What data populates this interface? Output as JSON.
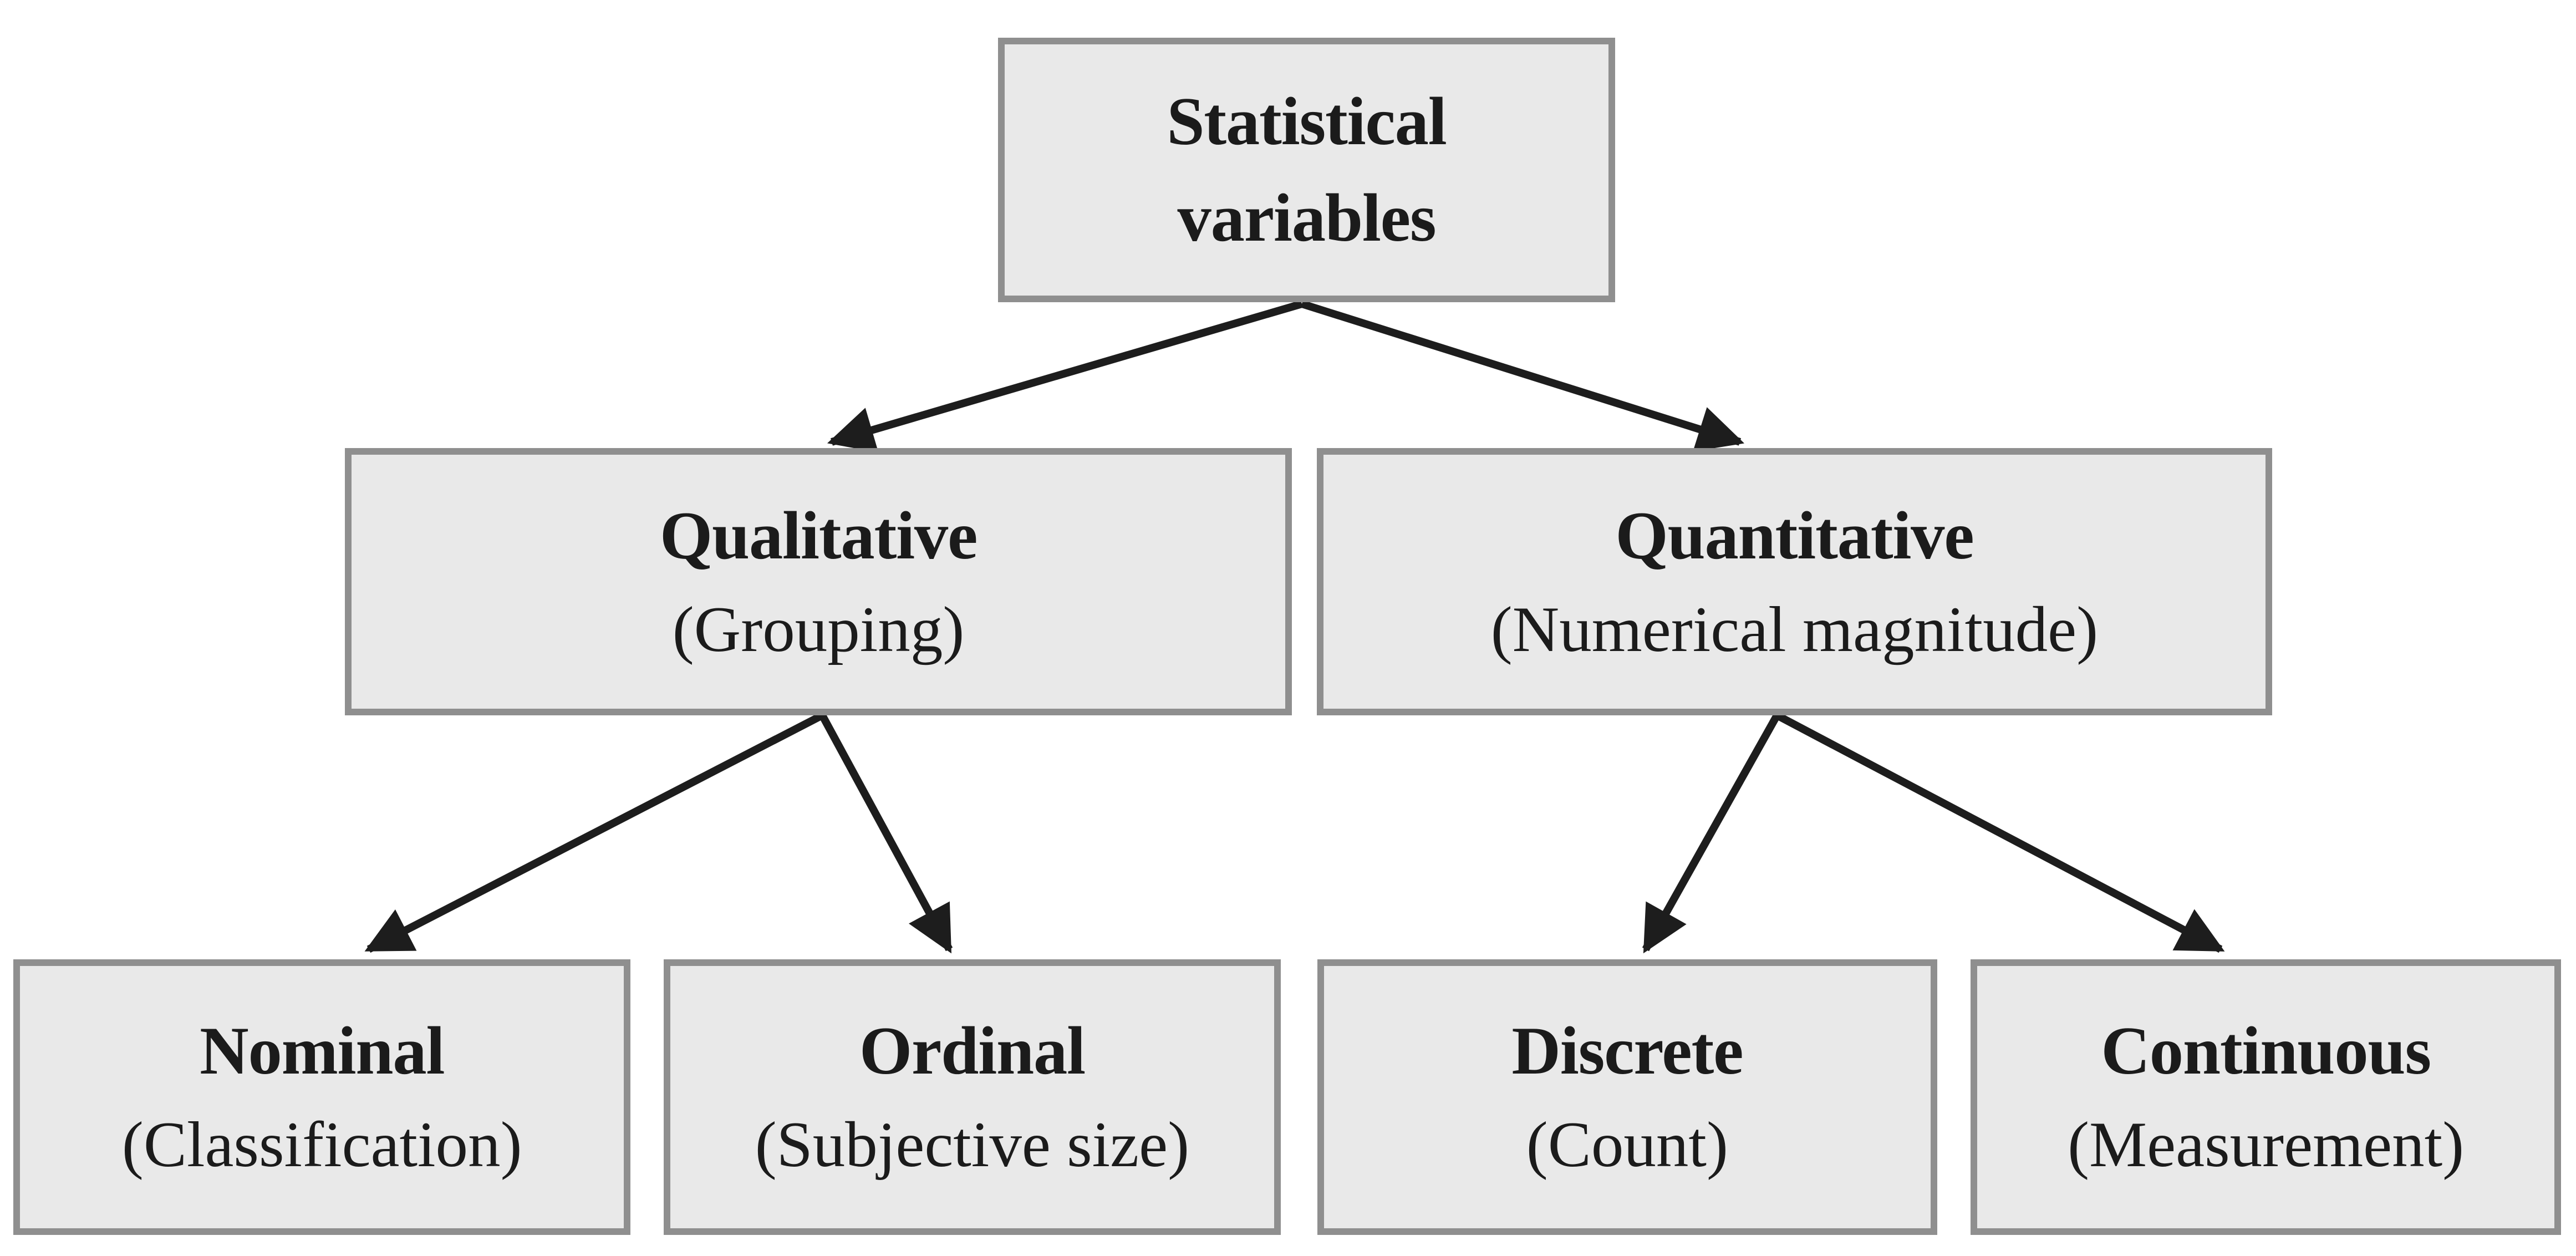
{
  "colors": {
    "background": "#ffffff",
    "box_fill": "#e9e9e9",
    "box_border": "#8f8f8f",
    "text": "#1b1b1b",
    "arrow": "#1d1d1d"
  },
  "nodes": {
    "root": {
      "line1": "Statistical",
      "line2": "variables"
    },
    "qualitative": {
      "title": "Qualitative",
      "subtitle": "(Grouping)"
    },
    "quantitative": {
      "title": "Quantitative",
      "subtitle": "(Numerical magnitude)"
    },
    "nominal": {
      "title": "Nominal",
      "subtitle": "(Classification)"
    },
    "ordinal": {
      "title": "Ordinal",
      "subtitle": "(Subjective size)"
    },
    "discrete": {
      "title": "Discrete",
      "subtitle": "(Count)"
    },
    "continuous": {
      "title": "Continuous",
      "subtitle": "(Measurement)"
    }
  },
  "edges": [
    {
      "from": "root",
      "to": "qualitative"
    },
    {
      "from": "root",
      "to": "quantitative"
    },
    {
      "from": "qualitative",
      "to": "nominal"
    },
    {
      "from": "qualitative",
      "to": "ordinal"
    },
    {
      "from": "quantitative",
      "to": "discrete"
    },
    {
      "from": "quantitative",
      "to": "continuous"
    }
  ]
}
